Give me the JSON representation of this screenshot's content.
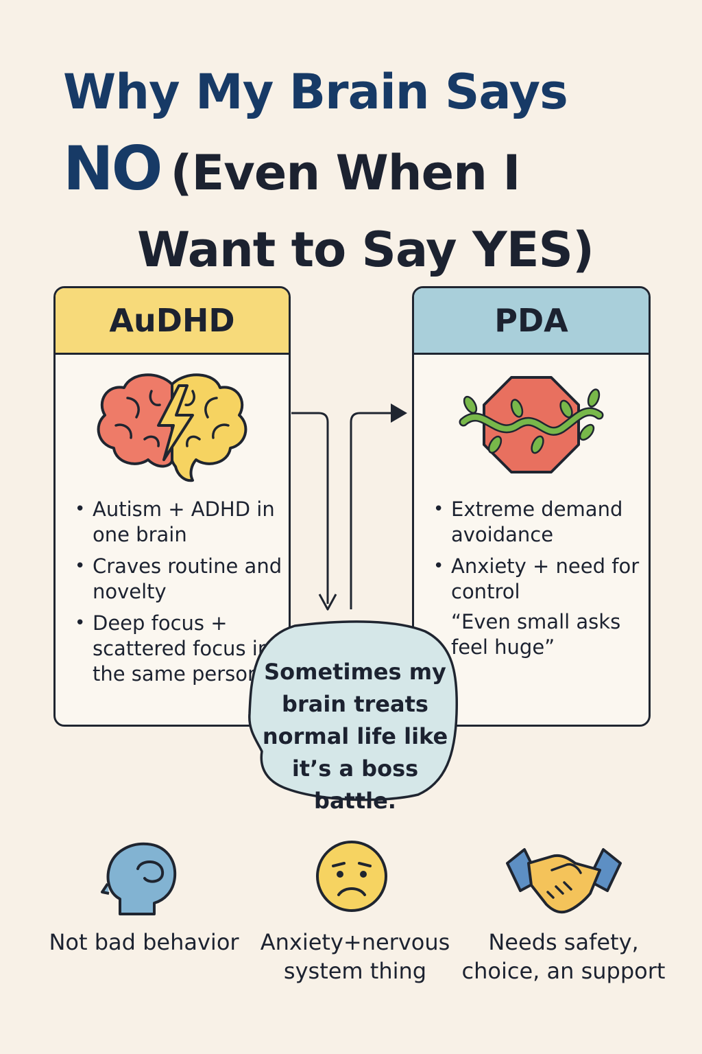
{
  "title": {
    "line1": "Why My Brain Says",
    "no": "NO",
    "line2_rest": "(Even When I",
    "line3": "Want to Say YES)"
  },
  "left_card": {
    "heading": "AuDHD",
    "icon": "brain-lightning-icon",
    "bullets": [
      "Autism + ADHD in one brain",
      "Craves routine and novelty",
      "Deep focus + scattered focus in the same person"
    ]
  },
  "right_card": {
    "heading": "PDA",
    "icon": "stop-sign-vine-icon",
    "bullets": [
      "Extreme demand avoidance",
      "Anxiety + need for control"
    ],
    "quote": "“Even small asks feel huge”"
  },
  "bubble": {
    "text": "Sometimes my brain treats normal life like it’s a boss battle."
  },
  "bottom": [
    {
      "icon": "head-profile-icon",
      "caption": "Not bad behavior"
    },
    {
      "icon": "worried-face-icon",
      "caption": "Anxiety+nervous system thing"
    },
    {
      "icon": "handshake-icon",
      "caption": "Needs safety, choice, an support"
    }
  ],
  "colors": {
    "background": "#f8f1e7",
    "title_blue": "#173a66",
    "audhd_header": "#f7da7a",
    "pda_header": "#a9cfda",
    "bubble_fill": "#d5e7e8",
    "stop_red": "#e8705f",
    "vine_green": "#78b84a"
  }
}
